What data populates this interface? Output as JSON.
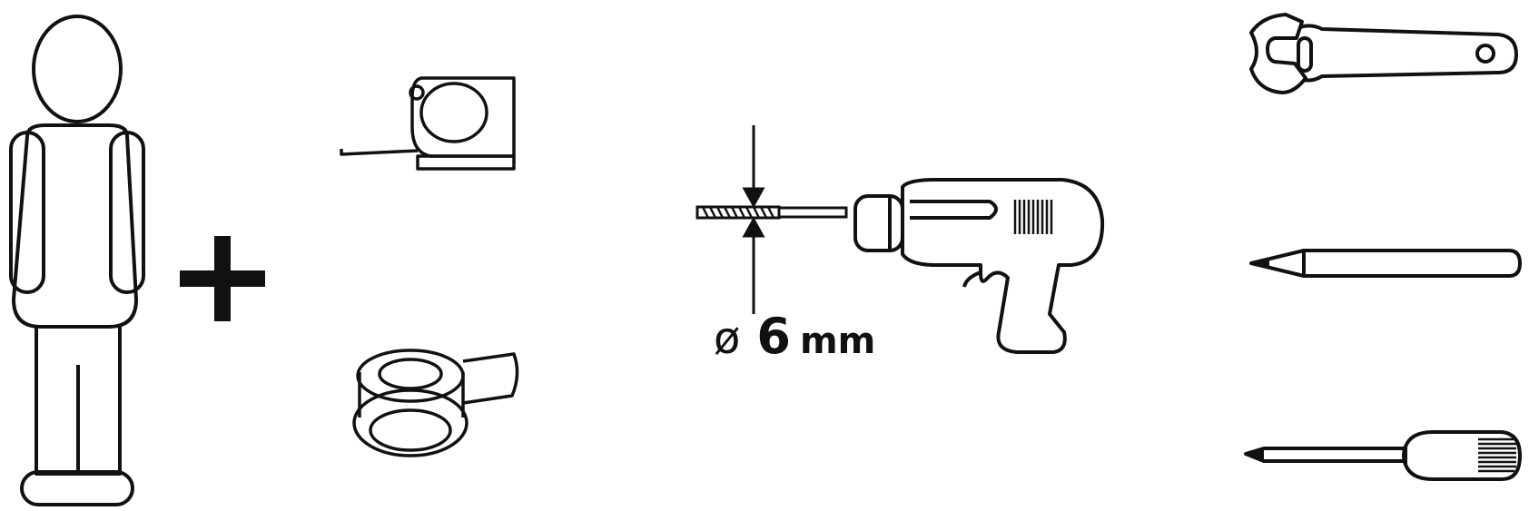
{
  "drill_bit": {
    "diameter_symbol": "ø",
    "diameter_value": "6",
    "diameter_unit": "mm"
  },
  "colors": {
    "stroke": "#111111",
    "background": "#ffffff"
  },
  "icons": [
    "person-icon",
    "plus-icon",
    "tape-measure-icon",
    "tape-roll-icon",
    "drill-bit-icon",
    "drill-icon",
    "wrench-icon",
    "pencil-icon",
    "screwdriver-icon"
  ]
}
